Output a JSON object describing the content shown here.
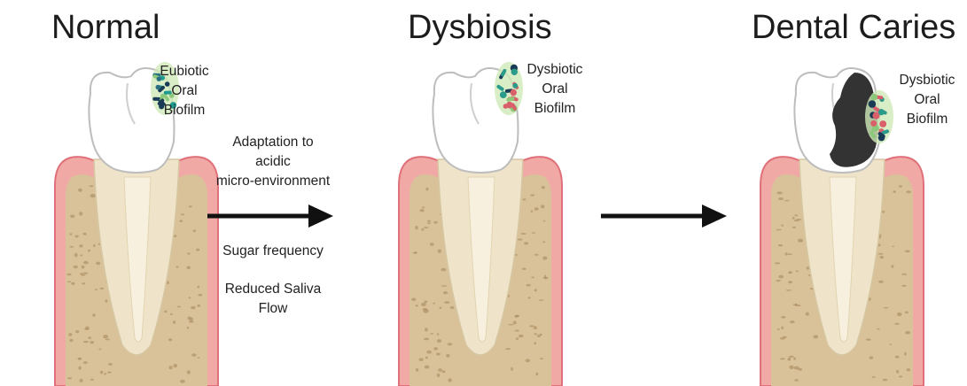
{
  "stages": [
    {
      "title": "Normal",
      "biofilm": [
        "Eubiotic",
        "Oral",
        "Biofilm"
      ]
    },
    {
      "title": "Dysbiosis",
      "biofilm": [
        "Dysbiotic",
        "Oral",
        "Biofilm"
      ]
    },
    {
      "title": "Dental Caries",
      "biofilm": [
        "Dysbiotic",
        "Oral",
        "Biofilm"
      ]
    }
  ],
  "transition": {
    "adaptation": [
      "Adaptation to",
      "acidic",
      "micro-environment"
    ],
    "factor1": "Sugar frequency",
    "factor2": [
      "Reduced Saliva",
      "Flow"
    ]
  },
  "colors": {
    "gum": "#f1a9a6",
    "gum_edge": "#e0707a",
    "bone": "#d9c199",
    "enamel": "#ffffff",
    "root": "#efe4c9",
    "decay": "#333333",
    "eubiotic_bacteria": [
      "#1f9a8e",
      "#2a6f84",
      "#8bc87a",
      "#1a3b55"
    ],
    "dysbiotic_bacteria": [
      "#d9606a",
      "#2a9a8a",
      "#8bc87a",
      "#1a3b55"
    ]
  }
}
